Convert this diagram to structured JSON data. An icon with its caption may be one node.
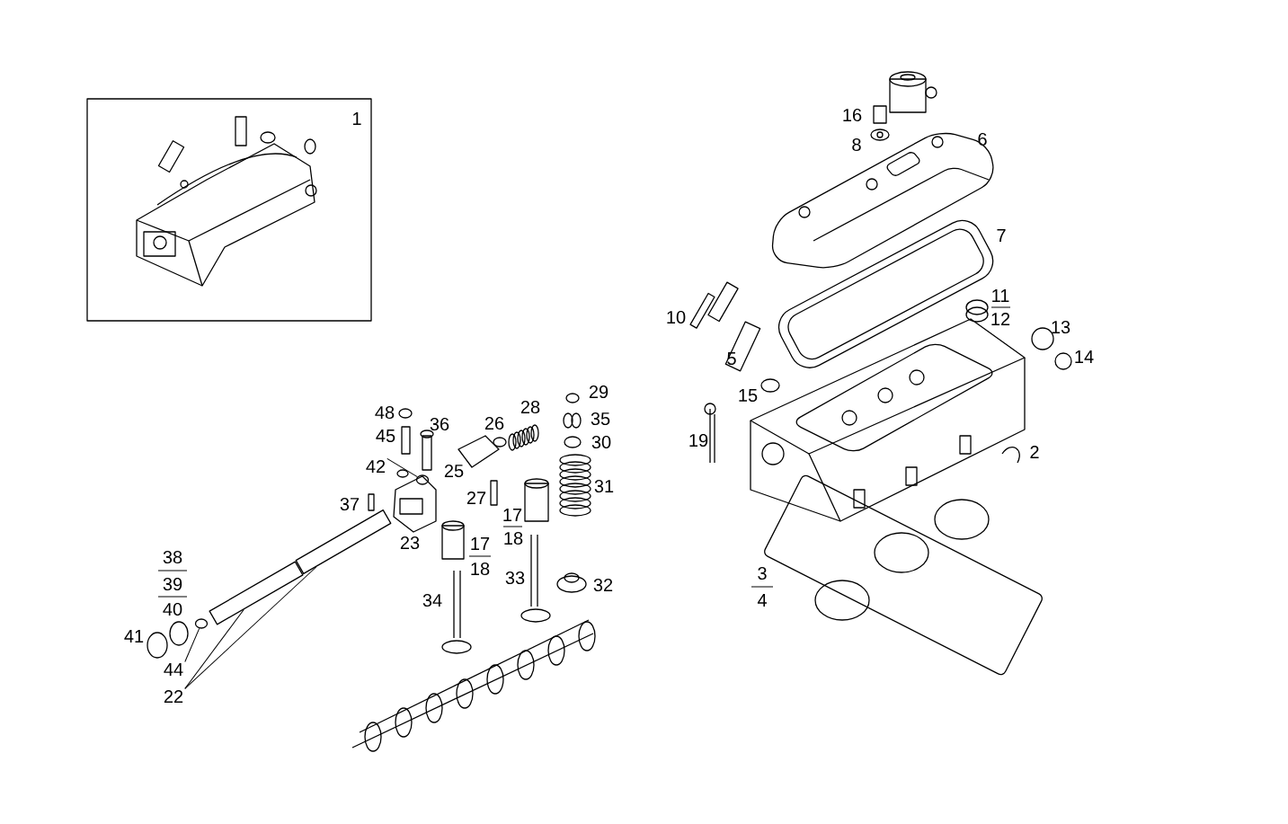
{
  "diagram": {
    "nodes": [
      {
        "text": [
          "42"
        ]
      },
      {
        "text": [],
        "shape": "circle"
      },
      {
        "text": [
          "44"
        ]
      },
      {
        "text": [],
        "shape": "circle"
      },
      {
        "text": [
          "22"
        ]
      },
      {
        "text": [],
        "shape": "bar"
      },
      {
        "text": [],
        "shape": "bar"
      }
    ],
    "edges": [
      {
        "from": 0,
        "to": 1,
        "arrow": "none"
      },
      {
        "from": 2,
        "to": 3,
        "arrow": "none"
      },
      {
        "from": 4,
        "to": 5,
        "arrow": "none"
      },
      {
        "from": 4,
        "to": 6,
        "arrow": "none"
      }
    ],
    "labels": [
      "1",
      "16",
      "8",
      "6",
      "7",
      "11",
      "10",
      "12",
      "13",
      "5",
      "14",
      "15",
      "29",
      "28",
      "48",
      "35",
      "26",
      "36",
      "45",
      "19",
      "30",
      "2",
      "25",
      "31",
      "27",
      "37",
      "17",
      "18",
      "23",
      "17",
      "38",
      "3",
      "18",
      "33",
      "39",
      "32",
      "34",
      "4",
      "40",
      "41"
    ]
  }
}
